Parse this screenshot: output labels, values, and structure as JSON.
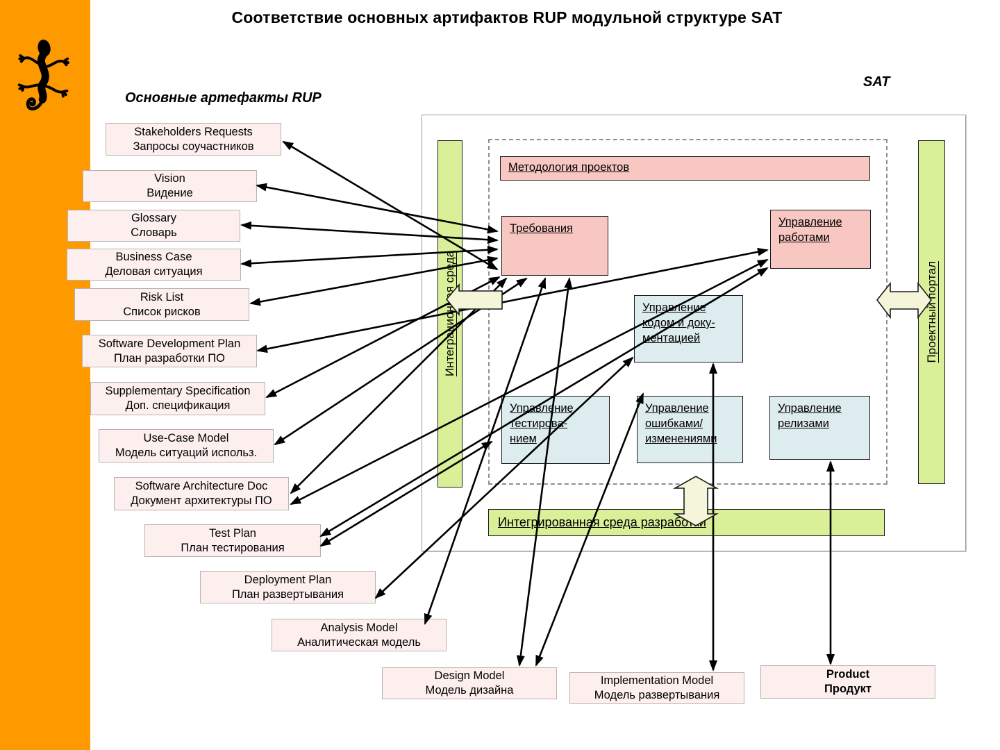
{
  "slide": {
    "title": "Соответствие основных артифактов RUP модульной структуре SAT",
    "left_header": "Основные артефакты RUP",
    "sat_label": "SAT"
  },
  "artifacts": [
    {
      "id": "stakeholders",
      "en": "Stakeholders Requests",
      "ru": "Запросы соучастников"
    },
    {
      "id": "vision",
      "en": "Vision",
      "ru": "Видение"
    },
    {
      "id": "glossary",
      "en": "Glossary",
      "ru": "Словарь"
    },
    {
      "id": "business-case",
      "en": "Business Case",
      "ru": "Деловая ситуация"
    },
    {
      "id": "risk-list",
      "en": "Risk List",
      "ru": "Список рисков"
    },
    {
      "id": "sdp",
      "en": "Software Development Plan",
      "ru": "План разработки ПО"
    },
    {
      "id": "supp-spec",
      "en": "Supplementary Specification",
      "ru": "Доп. спецификация"
    },
    {
      "id": "use-case",
      "en": "Use-Case Model",
      "ru": "Модель ситуаций использ."
    },
    {
      "id": "sad",
      "en": "Software Architecture Doc",
      "ru": "Документ архитектуры ПО"
    },
    {
      "id": "test-plan",
      "en": "Test Plan",
      "ru": "План тестирования"
    },
    {
      "id": "deployment",
      "en": "Deployment Plan",
      "ru": "План развертывания"
    },
    {
      "id": "analysis",
      "en": "Analysis Model",
      "ru": "Аналитическая модель"
    },
    {
      "id": "design",
      "en": "Design Model",
      "ru": "Модель дизайна"
    },
    {
      "id": "implementation",
      "en": "Implementation Model",
      "ru": "Модель развертывания"
    },
    {
      "id": "product",
      "en": "Product",
      "ru": "Продукт"
    }
  ],
  "sat": {
    "methodology": "Методология проектов",
    "requirements": "Требования",
    "work_mgmt": "Управление\nработами",
    "code_doc_mgmt": "Управление\nкодом и доку-\nментацией",
    "test_mgmt": "Управление\nтестирова-\nнием",
    "defect_change_mgmt": "Управление\nошибками/\nизменениями",
    "release_mgmt": "Управление\nрелизами",
    "integration_env": "Интеграционная среда",
    "project_portal": "Проектный портал",
    "ide_bar": "Интегрированная среда разработки"
  },
  "connections": [
    {
      "from": "vision",
      "to": "requirements"
    },
    {
      "from": "glossary",
      "to": "requirements"
    },
    {
      "from": "business-case",
      "to": "requirements"
    },
    {
      "from": "risk-list",
      "to": "requirements"
    },
    {
      "from": "stakeholders",
      "to": "requirements"
    },
    {
      "from": "supp-spec",
      "to": "requirements"
    },
    {
      "from": "sad",
      "to": "requirements"
    },
    {
      "from": "use-case",
      "to": "requirements"
    },
    {
      "from": "analysis",
      "to": "requirements"
    },
    {
      "from": "design",
      "to": "requirements"
    },
    {
      "from": "sdp",
      "to": "work_mgmt"
    },
    {
      "from": "sad",
      "to": "work_mgmt"
    },
    {
      "from": "test-plan",
      "to": "work_mgmt"
    },
    {
      "from": "test-plan",
      "to": "test_mgmt"
    },
    {
      "from": "deployment",
      "to": "code_doc_mgmt"
    },
    {
      "from": "design",
      "to": "defect_change_mgmt"
    },
    {
      "from": "implementation",
      "to": "code_doc_mgmt"
    },
    {
      "from": "product",
      "to": "release_mgmt"
    }
  ],
  "colors": {
    "accent_strip": "#ff9900",
    "module_pink": "#f8c7c2",
    "module_blue": "#ddecee",
    "env_green": "#d9f098",
    "artifact_pink": "#fcefed",
    "block_arrow": "#f5f5da"
  }
}
